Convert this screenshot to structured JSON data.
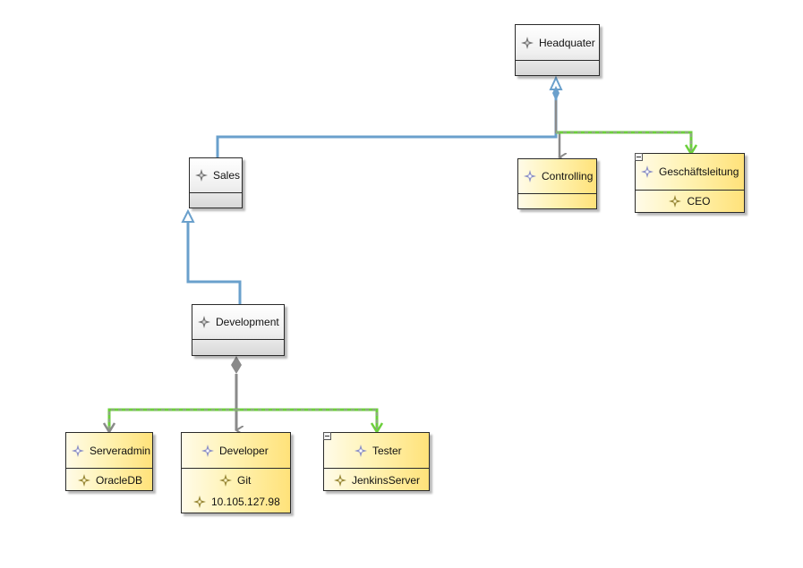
{
  "nodes": {
    "headquater": {
      "name": "Headquater"
    },
    "sales": {
      "name": "Sales"
    },
    "controlling": {
      "name": "Controlling"
    },
    "geschaeftsleitung": {
      "name": "Geschäftsleitung",
      "attributes": [
        "CEO"
      ]
    },
    "development": {
      "name": "Development"
    },
    "serveradmin": {
      "name": "Serveradmin",
      "attributes": [
        "OracleDB"
      ]
    },
    "developer": {
      "name": "Developer",
      "attributes": [
        "Git",
        "10.105.127.98"
      ]
    },
    "tester": {
      "name": "Tester",
      "attributes": [
        "JenkinsServer"
      ]
    }
  },
  "relations": [
    {
      "type": "generalization",
      "from": "sales",
      "to": "headquater"
    },
    {
      "type": "composition",
      "from": "headquater",
      "to": "controlling"
    },
    {
      "type": "dependency",
      "from": "headquater",
      "to": "geschaeftsleitung"
    },
    {
      "type": "generalization",
      "from": "development",
      "to": "sales"
    },
    {
      "type": "composition",
      "from": "development",
      "to": "developer"
    },
    {
      "type": "dependency",
      "from": "development",
      "to": "serveradmin"
    },
    {
      "type": "dependency",
      "from": "development",
      "to": "tester"
    }
  ],
  "colors": {
    "generalization": "#6aa0cc",
    "composition": "#8a8a8a",
    "dependency_green": "#6ccf3c",
    "dependency_gray": "#9a9a9a",
    "class_icon": "#777777",
    "instance_icon": "#8f93c8",
    "attribute_icon": "#9a8a3a"
  }
}
